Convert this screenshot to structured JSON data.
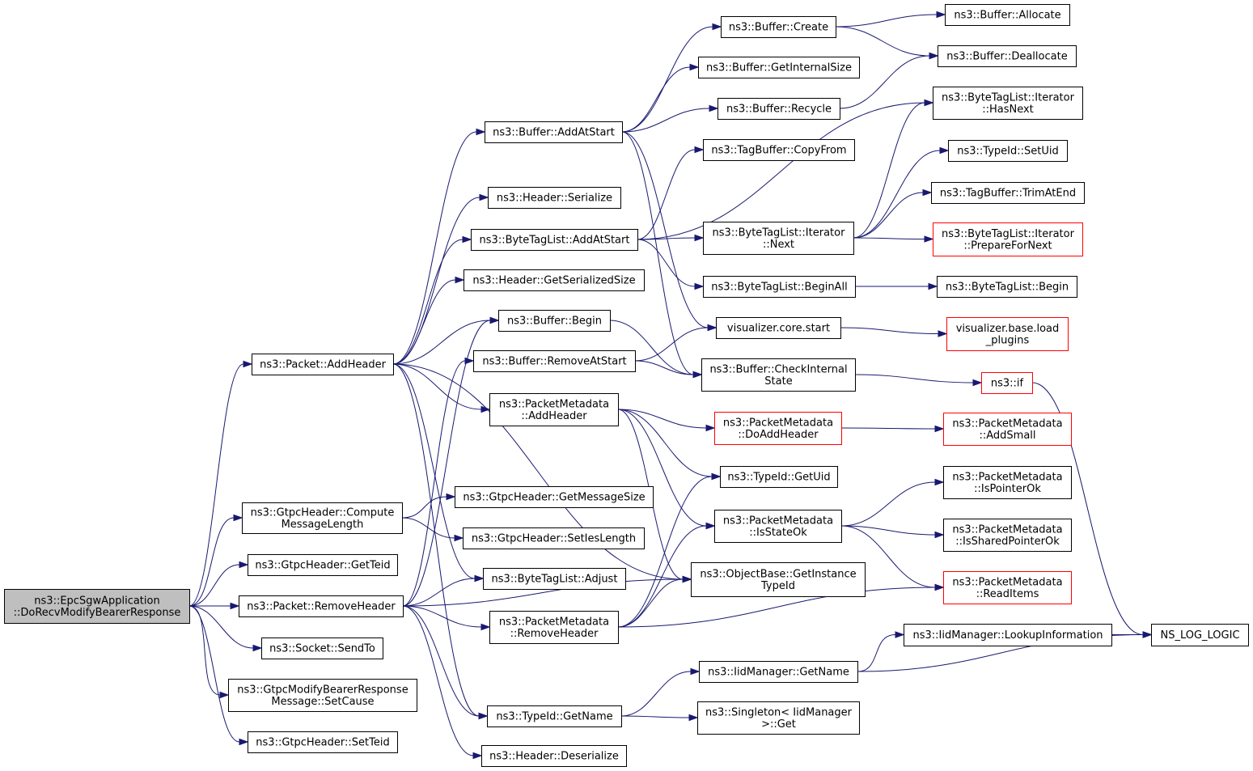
{
  "colors": {
    "edge": "#191970",
    "node_border": "#000000",
    "node_border_red": "#ff0000",
    "root_fill": "#bfbfbf"
  },
  "nodes": {
    "root": [
      "ns3::EpcSgwApplication",
      "::DoRecvModifyBearerResponse"
    ],
    "packet_addheader": [
      "ns3::Packet::AddHeader"
    ],
    "compute_msglen": [
      "ns3::GtpcHeader::Compute",
      "MessageLength"
    ],
    "gtpc_getteid": [
      "ns3::GtpcHeader::GetTeid"
    ],
    "packet_removeheader": [
      "ns3::Packet::RemoveHeader"
    ],
    "socket_sendto": [
      "ns3::Socket::SendTo"
    ],
    "setcause": [
      "ns3::GtpcModifyBearerResponse",
      "Message::SetCause"
    ],
    "gtpc_setteid": [
      "ns3::GtpcHeader::SetTeid"
    ],
    "buffer_addatstart": [
      "ns3::Buffer::AddAtStart"
    ],
    "header_serialize": [
      "ns3::Header::Serialize"
    ],
    "btl_addatstart": [
      "ns3::ByteTagList::AddAtStart"
    ],
    "header_getsersize": [
      "ns3::Header::GetSerializedSize"
    ],
    "buffer_begin": [
      "ns3::Buffer::Begin"
    ],
    "buffer_removeatstart": [
      "ns3::Buffer::RemoveAtStart"
    ],
    "pm_addheader": [
      "ns3::PacketMetadata",
      "::AddHeader"
    ],
    "gtpc_getmsgsize": [
      "ns3::GtpcHeader::GetMessageSize"
    ],
    "gtpc_setieslength": [
      "ns3::GtpcHeader::SetIesLength"
    ],
    "btl_adjust": [
      "ns3::ByteTagList::Adjust"
    ],
    "pm_removeheader": [
      "ns3::PacketMetadata",
      "::RemoveHeader"
    ],
    "typeid_getname": [
      "ns3::TypeId::GetName"
    ],
    "header_deserialize": [
      "ns3::Header::Deserialize"
    ],
    "buffer_create": [
      "ns3::Buffer::Create"
    ],
    "buffer_getinternalsize": [
      "ns3::Buffer::GetInternalSize"
    ],
    "buffer_recycle": [
      "ns3::Buffer::Recycle"
    ],
    "tagbuffer_copyfrom": [
      "ns3::TagBuffer::CopyFrom"
    ],
    "btl_iter_next": [
      "ns3::ByteTagList::Iterator",
      "::Next"
    ],
    "btl_beginall": [
      "ns3::ByteTagList::BeginAll"
    ],
    "vis_core_start": [
      "visualizer.core.start"
    ],
    "buffer_checkinternal": [
      "ns3::Buffer::CheckInternal",
      "State"
    ],
    "pm_doaddheader": [
      "ns3::PacketMetadata",
      "::DoAddHeader"
    ],
    "typeid_getuid": [
      "ns3::TypeId::GetUid"
    ],
    "pm_isstateok": [
      "ns3::PacketMetadata",
      "::IsStateOk"
    ],
    "objectbase_getinstancetypeid": [
      "ns3::ObjectBase::GetInstance",
      "TypeId"
    ],
    "iid_getname": [
      "ns3::IidManager::GetName"
    ],
    "singleton_get": [
      "ns3::Singleton< IidManager",
      ">::Get"
    ],
    "buffer_allocate": [
      "ns3::Buffer::Allocate"
    ],
    "buffer_deallocate": [
      "ns3::Buffer::Deallocate"
    ],
    "btl_iter_hasnext": [
      "ns3::ByteTagList::Iterator",
      "::HasNext"
    ],
    "typeid_setuid": [
      "ns3::TypeId::SetUid"
    ],
    "tagbuffer_trimatend": [
      "ns3::TagBuffer::TrimAtEnd"
    ],
    "btl_iter_prepare": [
      "ns3::ByteTagList::Iterator",
      "::PrepareForNext"
    ],
    "btl_begin": [
      "ns3::ByteTagList::Begin"
    ],
    "vis_base_load": [
      "visualizer.base.load",
      "_plugins"
    ],
    "ns3_if": [
      "ns3::if"
    ],
    "pm_addsmall": [
      "ns3::PacketMetadata",
      "::AddSmall"
    ],
    "pm_ispointerok": [
      "ns3::PacketMetadata",
      "::IsPointerOk"
    ],
    "pm_issharedpointerok": [
      "ns3::PacketMetadata",
      "::IsSharedPointerOk"
    ],
    "pm_readitems": [
      "ns3::PacketMetadata",
      "::ReadItems"
    ],
    "iid_lookupinfo": [
      "ns3::IidManager::LookupInformation"
    ],
    "ns_log_logic": [
      "NS_LOG_LOGIC"
    ]
  },
  "edges": [
    [
      "root",
      "packet_addheader"
    ],
    [
      "root",
      "compute_msglen"
    ],
    [
      "root",
      "gtpc_getteid"
    ],
    [
      "root",
      "packet_removeheader"
    ],
    [
      "root",
      "socket_sendto"
    ],
    [
      "root",
      "setcause"
    ],
    [
      "root",
      "gtpc_setteid"
    ],
    [
      "packet_addheader",
      "buffer_addatstart"
    ],
    [
      "packet_addheader",
      "header_serialize"
    ],
    [
      "packet_addheader",
      "btl_addatstart"
    ],
    [
      "packet_addheader",
      "header_getsersize"
    ],
    [
      "packet_addheader",
      "buffer_begin"
    ],
    [
      "packet_addheader",
      "pm_addheader"
    ],
    [
      "packet_addheader",
      "btl_adjust"
    ],
    [
      "packet_addheader",
      "typeid_getname"
    ],
    [
      "packet_addheader",
      "objectbase_getinstancetypeid"
    ],
    [
      "compute_msglen",
      "gtpc_getmsgsize"
    ],
    [
      "compute_msglen",
      "gtpc_setieslength"
    ],
    [
      "packet_removeheader",
      "buffer_begin"
    ],
    [
      "packet_removeheader",
      "buffer_removeatstart"
    ],
    [
      "packet_removeheader",
      "btl_adjust"
    ],
    [
      "packet_removeheader",
      "pm_removeheader"
    ],
    [
      "packet_removeheader",
      "typeid_getname"
    ],
    [
      "packet_removeheader",
      "header_deserialize"
    ],
    [
      "packet_removeheader",
      "objectbase_getinstancetypeid"
    ],
    [
      "buffer_addatstart",
      "buffer_create"
    ],
    [
      "buffer_addatstart",
      "buffer_getinternalsize"
    ],
    [
      "buffer_addatstart",
      "buffer_recycle"
    ],
    [
      "buffer_addatstart",
      "vis_core_start"
    ],
    [
      "buffer_addatstart",
      "buffer_checkinternal"
    ],
    [
      "btl_addatstart",
      "tagbuffer_copyfrom"
    ],
    [
      "btl_addatstart",
      "btl_iter_hasnext"
    ],
    [
      "btl_addatstart",
      "btl_iter_next"
    ],
    [
      "btl_addatstart",
      "btl_beginall"
    ],
    [
      "buffer_begin",
      "buffer_checkinternal"
    ],
    [
      "buffer_removeatstart",
      "vis_core_start"
    ],
    [
      "buffer_removeatstart",
      "buffer_checkinternal"
    ],
    [
      "pm_addheader",
      "pm_doaddheader"
    ],
    [
      "pm_addheader",
      "typeid_getuid"
    ],
    [
      "pm_addheader",
      "pm_isstateok"
    ],
    [
      "pm_addheader",
      "objectbase_getinstancetypeid"
    ],
    [
      "pm_removeheader",
      "typeid_getuid"
    ],
    [
      "pm_removeheader",
      "pm_isstateok"
    ],
    [
      "pm_removeheader",
      "objectbase_getinstancetypeid"
    ],
    [
      "pm_removeheader",
      "pm_readitems"
    ],
    [
      "typeid_getname",
      "iid_getname"
    ],
    [
      "typeid_getname",
      "singleton_get"
    ],
    [
      "buffer_create",
      "buffer_allocate"
    ],
    [
      "buffer_create",
      "buffer_deallocate"
    ],
    [
      "buffer_recycle",
      "buffer_deallocate"
    ],
    [
      "btl_iter_next",
      "btl_iter_hasnext"
    ],
    [
      "btl_iter_next",
      "typeid_setuid"
    ],
    [
      "btl_iter_next",
      "tagbuffer_trimatend"
    ],
    [
      "btl_iter_next",
      "btl_iter_prepare"
    ],
    [
      "btl_beginall",
      "btl_begin"
    ],
    [
      "vis_core_start",
      "vis_base_load"
    ],
    [
      "buffer_checkinternal",
      "ns3_if"
    ],
    [
      "ns3_if",
      "ns_log_logic"
    ],
    [
      "pm_doaddheader",
      "pm_addsmall"
    ],
    [
      "pm_isstateok",
      "pm_ispointerok"
    ],
    [
      "pm_isstateok",
      "pm_issharedpointerok"
    ],
    [
      "pm_isstateok",
      "pm_readitems"
    ],
    [
      "iid_getname",
      "iid_lookupinfo"
    ],
    [
      "iid_getname",
      "ns_log_logic"
    ],
    [
      "iid_lookupinfo",
      "ns_log_logic"
    ]
  ]
}
